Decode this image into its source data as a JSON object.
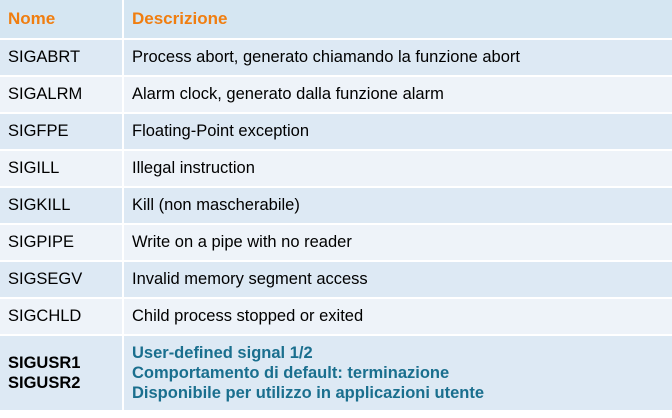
{
  "header": {
    "name_label": "Nome",
    "desc_label": "Descrizione"
  },
  "rows": [
    {
      "name": "SIGABRT",
      "desc": "Process abort, generato chiamando la funzione abort"
    },
    {
      "name": "SIGALRM",
      "desc": "Alarm clock, generato dalla funzione alarm"
    },
    {
      "name": "SIGFPE",
      "desc": "Floating-Point exception"
    },
    {
      "name": "SIGILL",
      "desc": "Illegal instruction"
    },
    {
      "name": "SIGKILL",
      "desc": "Kill (non mascherabile)"
    },
    {
      "name": "SIGPIPE",
      "desc": "Write on a pipe with no reader"
    },
    {
      "name": "SIGSEGV",
      "desc": "Invalid memory segment access"
    },
    {
      "name": "SIGCHLD",
      "desc": "Child process stopped or exited"
    }
  ],
  "last_row": {
    "names": [
      "SIGUSR1",
      "SIGUSR2"
    ],
    "desc_lines": [
      "User-defined signal 1/2",
      "Comportamento di default: terminazione",
      "Disponibile per utilizzo in applicazioni utente"
    ]
  },
  "colors": {
    "header_text": "#f07e10",
    "header_bg": "#d5e6f2",
    "row_bg": "#dde9f4",
    "row_alt_bg": "#eef3f9",
    "highlight_text": "#1a6f8e"
  }
}
